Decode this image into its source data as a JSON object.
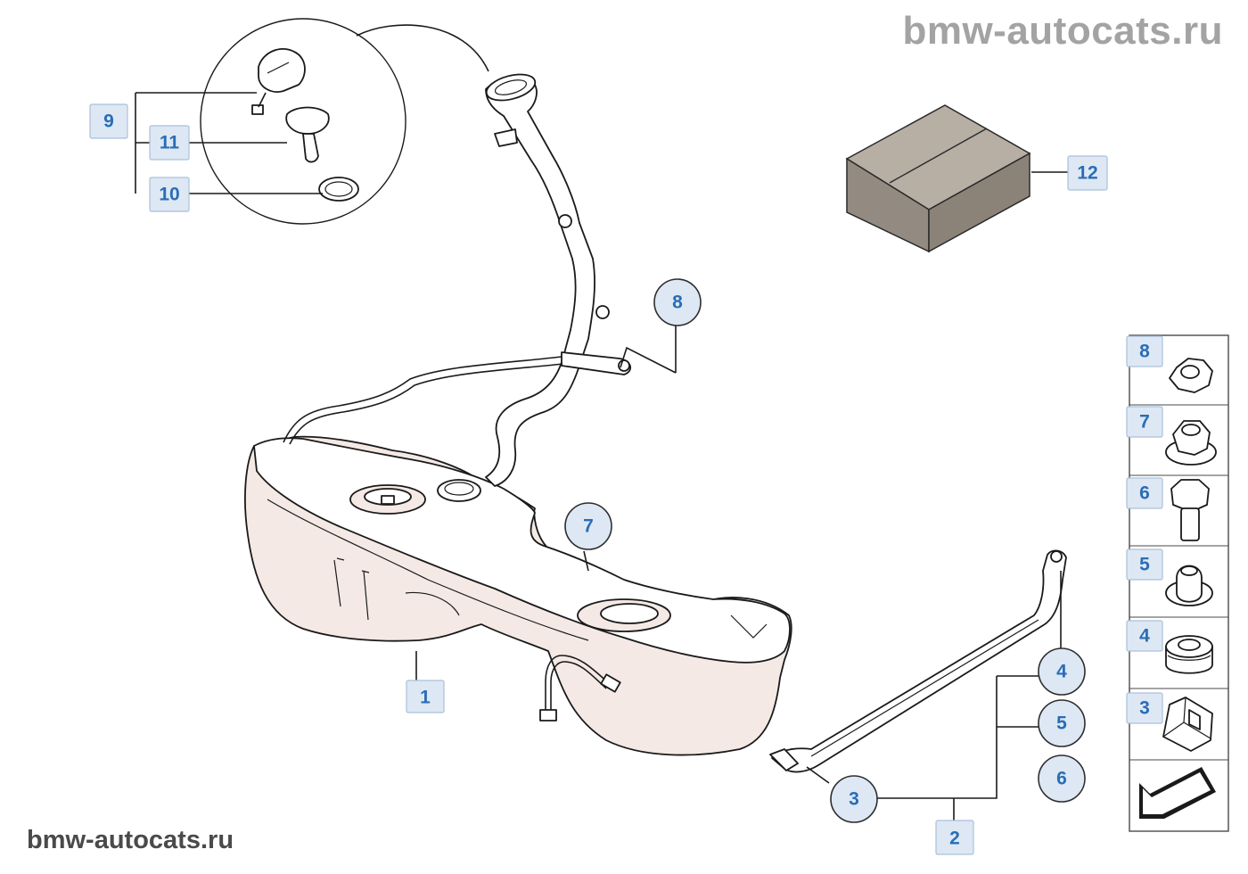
{
  "watermark_top": "bmw-autocats.ru",
  "watermark_bottom": "bmw-autocats.ru",
  "callouts": {
    "c1": "1",
    "c2": "2",
    "c3": "3",
    "c4": "4",
    "c5": "5",
    "c6": "6",
    "c7": "7",
    "c8": "8",
    "c9": "9",
    "c10": "10",
    "c11": "11",
    "c12": "12"
  },
  "hardware_list": {
    "items": [
      {
        "label": "8",
        "icon": "hex-nut-icon"
      },
      {
        "label": "7",
        "icon": "flange-nut-icon"
      },
      {
        "label": "6",
        "icon": "hex-bolt-icon"
      },
      {
        "label": "5",
        "icon": "rubber-bushing-icon"
      },
      {
        "label": "4",
        "icon": "rubber-grommet-icon"
      },
      {
        "label": "3",
        "icon": "strap-clip-icon"
      }
    ],
    "footer_icon": "direction-arrow-icon"
  },
  "colors": {
    "callout_text": "#2a6db5",
    "callout_fill": "#dde8f4",
    "tank_shade": "#f4e9e4",
    "box_dark": "#8c8378",
    "watermark": "#a3a3a3"
  }
}
